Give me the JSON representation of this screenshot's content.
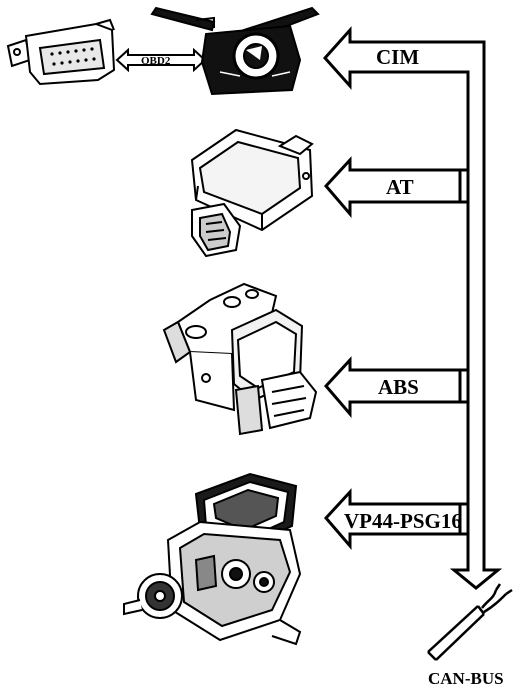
{
  "labels": {
    "obd": "OBD2",
    "cim": "CIM",
    "at": "AT",
    "abs": "ABS",
    "vp44": "VP44-PSG16",
    "canbus": "CAN-BUS"
  },
  "icons": [
    "obd2-connector-icon",
    "steering-column-module-icon",
    "transmission-control-unit-icon",
    "abs-hydraulic-unit-icon",
    "injection-pump-icon",
    "can-bus-cable-icon"
  ],
  "colors": {
    "line": "#000000",
    "background": "#ffffff"
  }
}
